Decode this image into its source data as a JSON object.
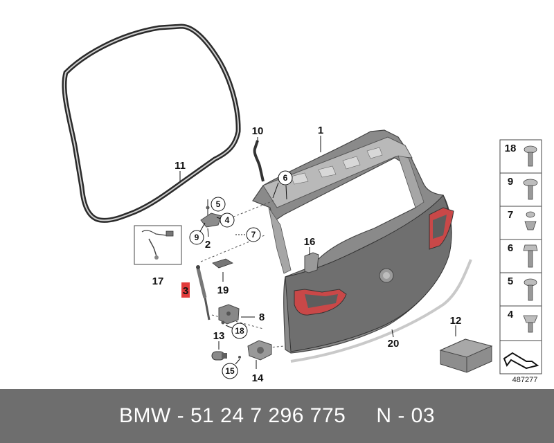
{
  "parts": {
    "p1": "1",
    "p2": "2",
    "p3": "3",
    "p4": "4",
    "p5": "5",
    "p6": "6",
    "p7": "7",
    "p8": "8",
    "p9": "9",
    "p10": "10",
    "p11": "11",
    "p12": "12",
    "p13": "13",
    "p14": "14",
    "p15": "15",
    "p16": "16",
    "p17": "17",
    "p18": "18",
    "p19": "19",
    "p20": "20"
  },
  "highlighted_part": "3",
  "highlight_color": "#e23b3b",
  "legend": {
    "items": [
      {
        "num": "18",
        "icon": "torx-screw-icon"
      },
      {
        "num": "9",
        "icon": "collar-screw-icon"
      },
      {
        "num": "7",
        "icon": "expanding-rivet-icon"
      },
      {
        "num": "6",
        "icon": "hex-bolt-icon"
      },
      {
        "num": "5",
        "icon": "torx-screw-icon"
      },
      {
        "num": "4",
        "icon": "clip-nut-icon"
      }
    ]
  },
  "diagram_ref": "487277",
  "footer": {
    "brand_part": "BMW - 51 24 7 296 775",
    "code": "N - 03"
  }
}
